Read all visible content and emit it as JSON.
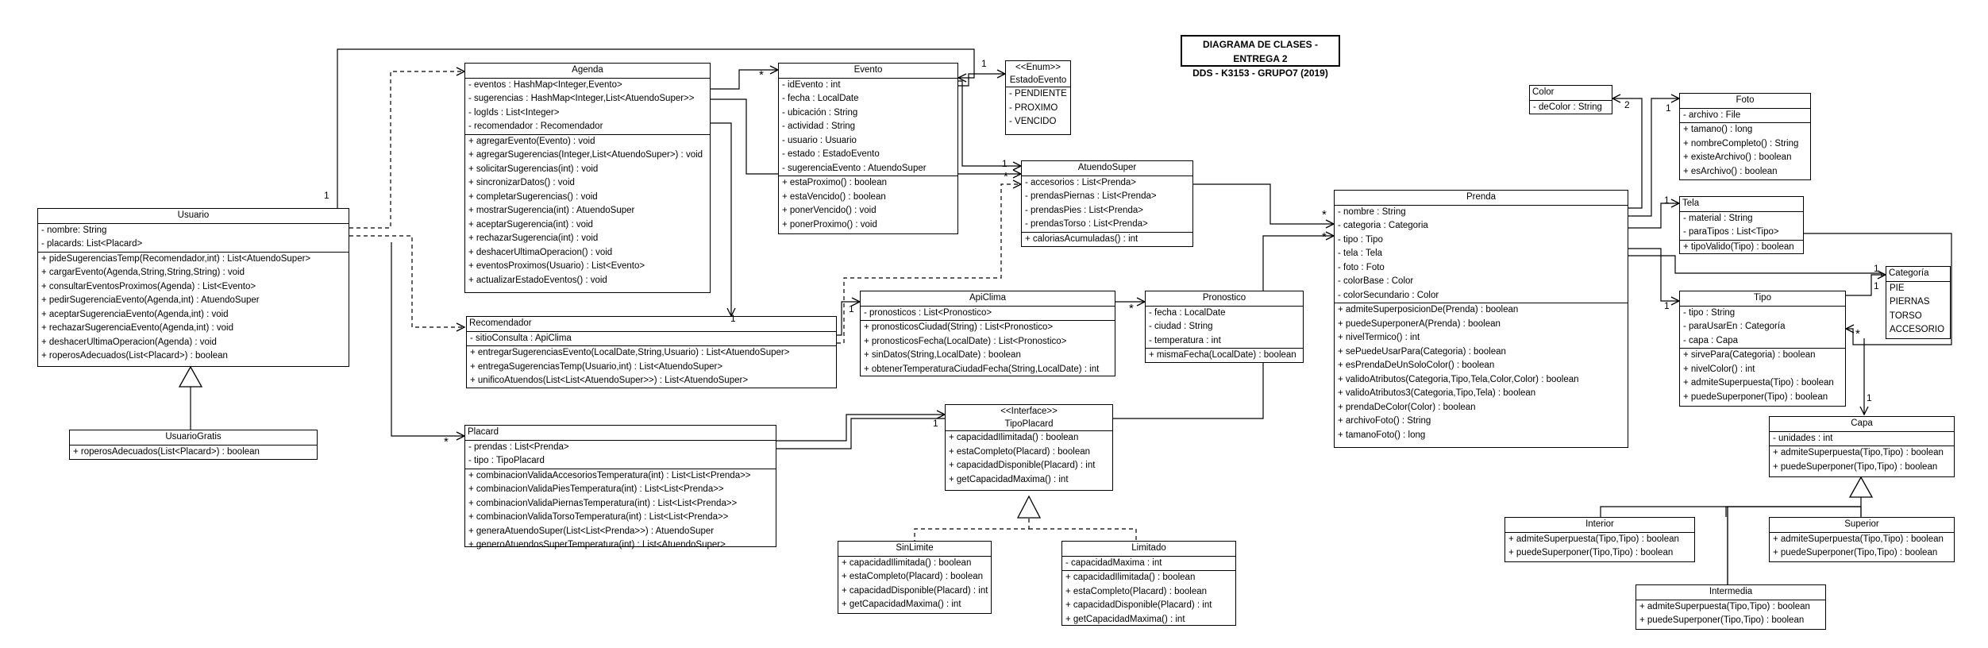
{
  "title": {
    "line1": "DIAGRAMA DE CLASES - ENTREGA 2",
    "line2": "DDS - K3153 - GRUPO7 (2019)"
  },
  "classes": {
    "agenda": {
      "name": "Agenda",
      "attributes": [
        "- eventos : HashMap<Integer,Evento>",
        "- sugerencias : HashMap<Integer,List<AtuendoSuper>>",
        "- logIds : List<Integer>",
        "- recomendador : Recomendador"
      ],
      "methods": [
        "+ agregarEvento(Evento) : void",
        "+ agregarSugerencias(Integer,List<AtuendoSuper>) : void",
        "+ solicitarSugerencias(int) : void",
        "+ sincronizarDatos() : void",
        "+ completarSugerencias() : void",
        "+ mostrarSugerencia(int) : AtuendoSuper",
        "+ aceptarSugerencia(int) : void",
        "+ rechazarSugerencia(int) : void",
        "+ deshacerUltimaOperacion() : void",
        "+ eventosProximos(Usuario) : List<Evento>",
        "+ actualizarEstadoEventos() : void"
      ]
    },
    "evento": {
      "name": "Evento",
      "attributes": [
        "- idEvento : int",
        "- fecha : LocalDate",
        "- ubicación : String",
        "- actividad : String",
        "- usuario : Usuario",
        "- estado : EstadoEvento",
        "- sugerenciaEvento : AtuendoSuper"
      ],
      "methods": [
        "+ estaProximo() : boolean",
        "+ estaVencido() : boolean",
        "+ ponerVencido() : void",
        "+ ponerProximo() : void"
      ]
    },
    "estado_evento": {
      "stereotype": "<<Enum>>",
      "name": "EstadoEvento",
      "values": [
        "- PENDIENTE",
        "- PROXIMO",
        "- VENCIDO"
      ]
    },
    "atuendo_super": {
      "name": "AtuendoSuper",
      "attributes": [
        "- accesorios : List<Prenda>",
        "- prendasPiernas : List<Prenda>",
        "- prendasPies : List<Prenda>",
        "- prendasTorso : List<Prenda>"
      ],
      "methods": [
        "+ caloriasAcumuladas() : int"
      ]
    },
    "usuario": {
      "name": "Usuario",
      "attributes": [
        "- nombre: String",
        "- placards: List<Placard>"
      ],
      "methods": [
        "+ pideSugerenciasTemp(Recomendador,int) : List<AtuendoSuper>",
        "+ cargarEvento(Agenda,String,String,String) : void",
        "+ consultarEventosProximos(Agenda) : List<Evento>",
        "+ pedirSugerenciaEvento(Agenda,int) : AtuendoSuper",
        "+ aceptarSugerenciaEvento(Agenda,int) : void",
        "+ rechazarSugerenciaEvento(Agenda,int) : void",
        "+ deshacerUltimaOperacion(Agenda) : void",
        "+ roperosAdecuados(List<Placard>) : boolean"
      ]
    },
    "usuario_gratis": {
      "name": "UsuarioGratis",
      "methods": [
        "+ roperosAdecuados(List<Placard>) : boolean"
      ]
    },
    "recomendador": {
      "name": "Recomendador",
      "attributes": [
        "- sitioConsulta : ApiClima"
      ],
      "methods": [
        "+ entregarSugerenciasEvento(LocalDate,String,Usuario) : List<AtuendoSuper>",
        "+ entregaSugerenciasTemp(Usuario,int) : List<AtuendoSuper>",
        "+ unificoAtuendos(List<List<AtuendoSuper>>) : List<AtuendoSuper>"
      ]
    },
    "api_clima": {
      "name": "ApiClima",
      "attributes": [
        "- pronosticos : List<Pronostico>"
      ],
      "methods": [
        "+ pronosticosCiudad(String) : List<Pronostico>",
        "+ pronosticosFecha(LocalDate) : List<Pronostico>",
        "+ sinDatos(String,LocalDate) : boolean",
        "+ obtenerTemperaturaCiudadFecha(String,LocalDate) : int"
      ]
    },
    "pronostico": {
      "name": "Pronostico",
      "attributes": [
        "- fecha : LocalDate",
        "- ciudad : String",
        "- temperatura : int"
      ],
      "methods": [
        "+ mismaFecha(LocalDate) : boolean"
      ]
    },
    "placard": {
      "name": "Placard",
      "attributes": [
        "- prendas : List<Prenda>",
        "- tipo : TipoPlacard"
      ],
      "methods": [
        "+ combinacionValidaAccesoriosTemperatura(int) : List<List<Prenda>>",
        "+ combinacionValidaPiesTemperatura(int) : List<List<Prenda>>",
        "+ combinacionValidaPiernasTemperatura(int) : List<List<Prenda>>",
        "+ combinacionValidaTorsoTemperatura(int) : List<List<Prenda>>",
        "+ generaAtuendoSuper(List<List<Prenda>>) : AtuendoSuper",
        "+ generoAtuendosSuperTemperatura(int) : List<AtuendoSuper>"
      ]
    },
    "tipo_placard": {
      "stereotype": "<<Interface>>",
      "name": "TipoPlacard",
      "methods": [
        "+ capacidadIlimitada() : boolean",
        "+ estaCompleto(Placard) : boolean",
        "+ capacidadDisponible(Placard) : int",
        "+ getCapacidadMaxima() : int"
      ]
    },
    "sin_limite": {
      "name": "SinLimite",
      "methods": [
        "+ capacidadIlimitada() : boolean",
        "+ estaCompleto(Placard) : boolean",
        "+ capacidadDisponible(Placard) : int",
        "+ getCapacidadMaxima() : int"
      ]
    },
    "limitado": {
      "name": "Limitado",
      "attributes": [
        "- capacidadMaxima  :  int"
      ],
      "methods": [
        "+ capacidadIlimitada() : boolean",
        "+ estaCompleto(Placard) : boolean",
        "+ capacidadDisponible(Placard) : int",
        "+ getCapacidadMaxima() : int"
      ]
    },
    "prenda": {
      "name": "Prenda",
      "attributes": [
        "- nombre : String",
        "- categoria : Categoria",
        "- tipo : Tipo",
        "- tela : Tela",
        "- foto : Foto",
        "- colorBase : Color",
        "- colorSecundario : Color"
      ],
      "methods": [
        "+ admiteSuperposicionDe(Prenda) : boolean",
        "+ puedeSuperponerA(Prenda) : boolean",
        "+ nivelTermico() : int",
        "+ sePuedeUsarPara(Categoria) : boolean",
        "+ esPrendaDeUnSoloColor() : boolean",
        "+ validoAtributos(Categoria,Tipo,Tela,Color,Color) : boolean",
        "+ validoAtributos3(Categoria,Tipo,Tela) : boolean",
        "+ prendaDeColor(Color) : boolean",
        "+ archivoFoto() : String",
        "+ tamanoFoto() : long"
      ]
    },
    "color": {
      "name": "Color",
      "attributes": [
        "- deColor : String"
      ]
    },
    "foto": {
      "name": "Foto",
      "attributes": [
        "- archivo : File"
      ],
      "methods": [
        "+ tamano() : long",
        "+ nombreCompleto() : String",
        "+ existeArchivo() : boolean",
        "+ esArchivo() : boolean"
      ]
    },
    "tela": {
      "name": "Tela",
      "attributes": [
        "- material : String",
        "- paraTipos : List<Tipo>"
      ],
      "methods": [
        "+ tipoValido(Tipo) : boolean"
      ]
    },
    "categoria": {
      "name": "Categoría",
      "values": [
        "PIE",
        "PIERNAS",
        "TORSO",
        "ACCESORIO"
      ]
    },
    "tipo": {
      "name": "Tipo",
      "attributes": [
        "- tipo : String",
        "- paraUsarEn : Categoría",
        "- capa : Capa"
      ],
      "methods": [
        "+ sirvePara(Categoria) : boolean",
        "+ nivelColor() : int",
        "+ admiteSuperpuesta(Tipo) : boolean",
        "+ puedeSuperponer(Tipo) : boolean"
      ]
    },
    "capa": {
      "name": "Capa",
      "attributes": [
        "- unidades : int"
      ],
      "methods": [
        "+ admiteSuperpuesta(Tipo,Tipo) : boolean",
        "+ puedeSuperponer(Tipo,Tipo) : boolean"
      ]
    },
    "interior": {
      "name": "Interior",
      "methods": [
        "+ admiteSuperpuesta(Tipo,Tipo) : boolean",
        "+ puedeSuperponer(Tipo,Tipo) : boolean"
      ]
    },
    "superior": {
      "name": "Superior",
      "methods": [
        "+ admiteSuperpuesta(Tipo,Tipo) : boolean",
        "+ puedeSuperponer(Tipo,Tipo) : boolean"
      ]
    },
    "intermedia": {
      "name": "Intermedia",
      "methods": [
        "+ admiteSuperpuesta(Tipo,Tipo) : boolean",
        "+ puedeSuperponer(Tipo,Tipo) : boolean"
      ]
    }
  },
  "multiplicities": {
    "one": "1",
    "two": "2",
    "many": "*"
  }
}
